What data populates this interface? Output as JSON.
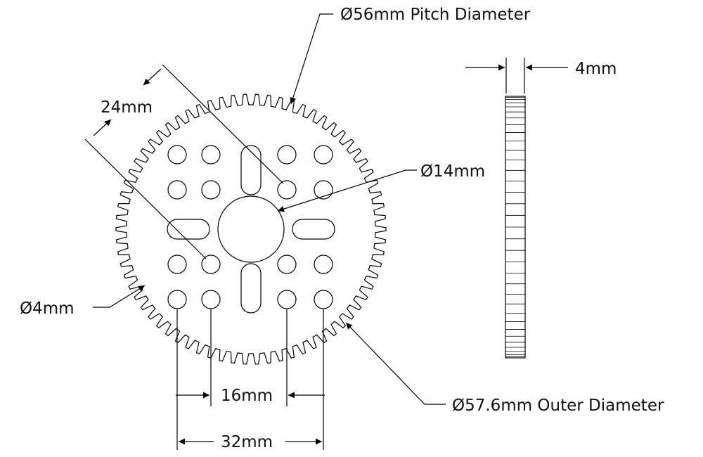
{
  "gear": {
    "tooth_count": 70
  },
  "labels": {
    "pitch_diameter": "Ø56mm Pitch Diameter",
    "outer_diameter": "Ø57.6mm Outer Diameter",
    "bore": "Ø14mm",
    "hole": "Ø4mm",
    "thickness": "4mm",
    "diagonal": "24mm",
    "spacing_inner": "16mm",
    "spacing_outer": "32mm"
  }
}
